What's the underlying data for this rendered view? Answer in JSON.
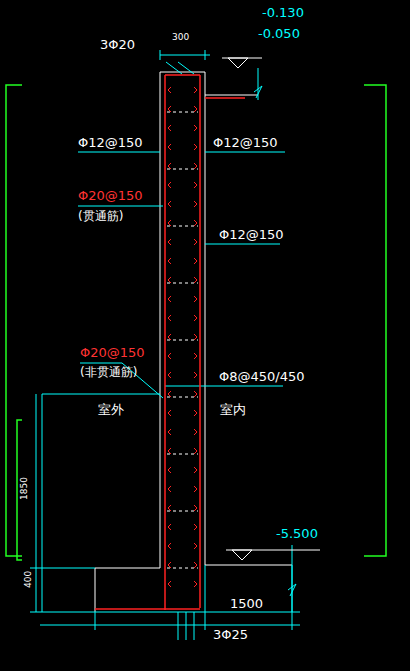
{
  "diagram": {
    "labels": [
      "3Φ20",
      "300",
      "-0.130",
      "-0.050",
      "Φ12@150",
      "Φ12@150",
      "Φ20@150",
      "(贯通筋)",
      "Φ12@150",
      "Φ20@150",
      "(非贯通筋)",
      "Φ8@450/450",
      "室外",
      "室内",
      "1850",
      "400",
      "-5.500",
      "1500",
      "3Φ25"
    ]
  }
}
